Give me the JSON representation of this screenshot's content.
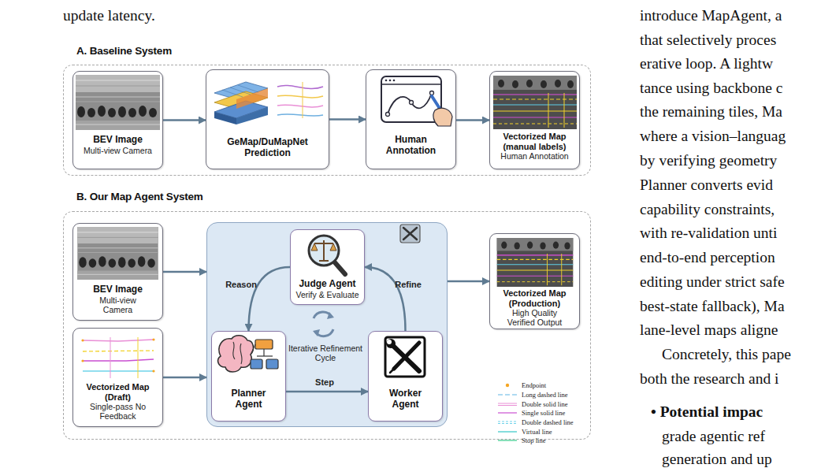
{
  "diagram": {
    "nodes": [
      {
        "text": [
          "A. Baseline System"
        ]
      },
      {
        "text": [
          "BEV Image",
          "Multi-view Camera"
        ],
        "in": 0
      },
      {
        "text": [
          "GeMap/DuMapNet Prediction"
        ],
        "in": 0
      },
      {
        "text": [
          "Human Annotation"
        ],
        "in": 0
      },
      {
        "text": [
          "Vectorized Map (manual labels)",
          "Human Annotation"
        ],
        "in": 0
      },
      {
        "text": [
          "B. Our Map Agent System"
        ]
      },
      {
        "text": [
          "BEV Image",
          "Multi-view Camera"
        ],
        "in": 5
      },
      {
        "text": [
          "Vectorized Map (Draft)",
          "Single-pass No Feedback"
        ],
        "in": 5
      },
      {
        "text": [
          "Iterative Refinement Cycle"
        ],
        "in": 5
      },
      {
        "text": [
          "Judge Agent",
          "Verify & Evaluate"
        ],
        "in": 8
      },
      {
        "text": [
          "Planner Agent"
        ],
        "in": 8
      },
      {
        "text": [
          "Worker Agent"
        ],
        "in": 8
      },
      {
        "text": [
          "Vectorized Map (Production)",
          "High Quality Verified Output"
        ],
        "in": 5
      }
    ],
    "edges": [
      {
        "from": 1,
        "to": 2,
        "arrow": "to"
      },
      {
        "from": 2,
        "to": 3,
        "arrow": "to"
      },
      {
        "from": 3,
        "to": 4,
        "arrow": "to"
      },
      {
        "from": 6,
        "to": 8,
        "arrow": "to"
      },
      {
        "from": 7,
        "to": 8,
        "arrow": "to"
      },
      {
        "from": 8,
        "to": 12,
        "arrow": "to"
      },
      {
        "from": 9,
        "to": 10,
        "label": "Reason",
        "arrow": "to"
      },
      {
        "from": 10,
        "to": 11,
        "label": "Step",
        "arrow": "to"
      },
      {
        "from": 11,
        "to": 9,
        "label": "Refine",
        "arrow": "to"
      }
    ],
    "labels": [
      "update latency.",
      "introduce MapAgent, a",
      "that selectively proces",
      "erative loop. A lightw",
      "tance using backbone c",
      "the remaining tiles, Ma",
      "where a vision–languag",
      "by verifying geometry",
      "Planner converts evid",
      "capability constraints,",
      "with re-validation unti",
      "end-to-end perception",
      "editing under strict safe",
      "best-state fallback), Ma",
      "lane-level maps aligne",
      "Concretely, this pape",
      "both the research and i",
      "• Potential impac",
      "grade agentic ref",
      "generation and up"
    ],
    "legend": [
      {
        "text": "Endpoint"
      },
      {
        "text": "Long dashed line"
      },
      {
        "text": "Double solid line"
      },
      {
        "text": "Single solid line"
      },
      {
        "text": "Double dashed line"
      },
      {
        "text": "Virtual line"
      },
      {
        "text": "Stop line"
      }
    ]
  }
}
